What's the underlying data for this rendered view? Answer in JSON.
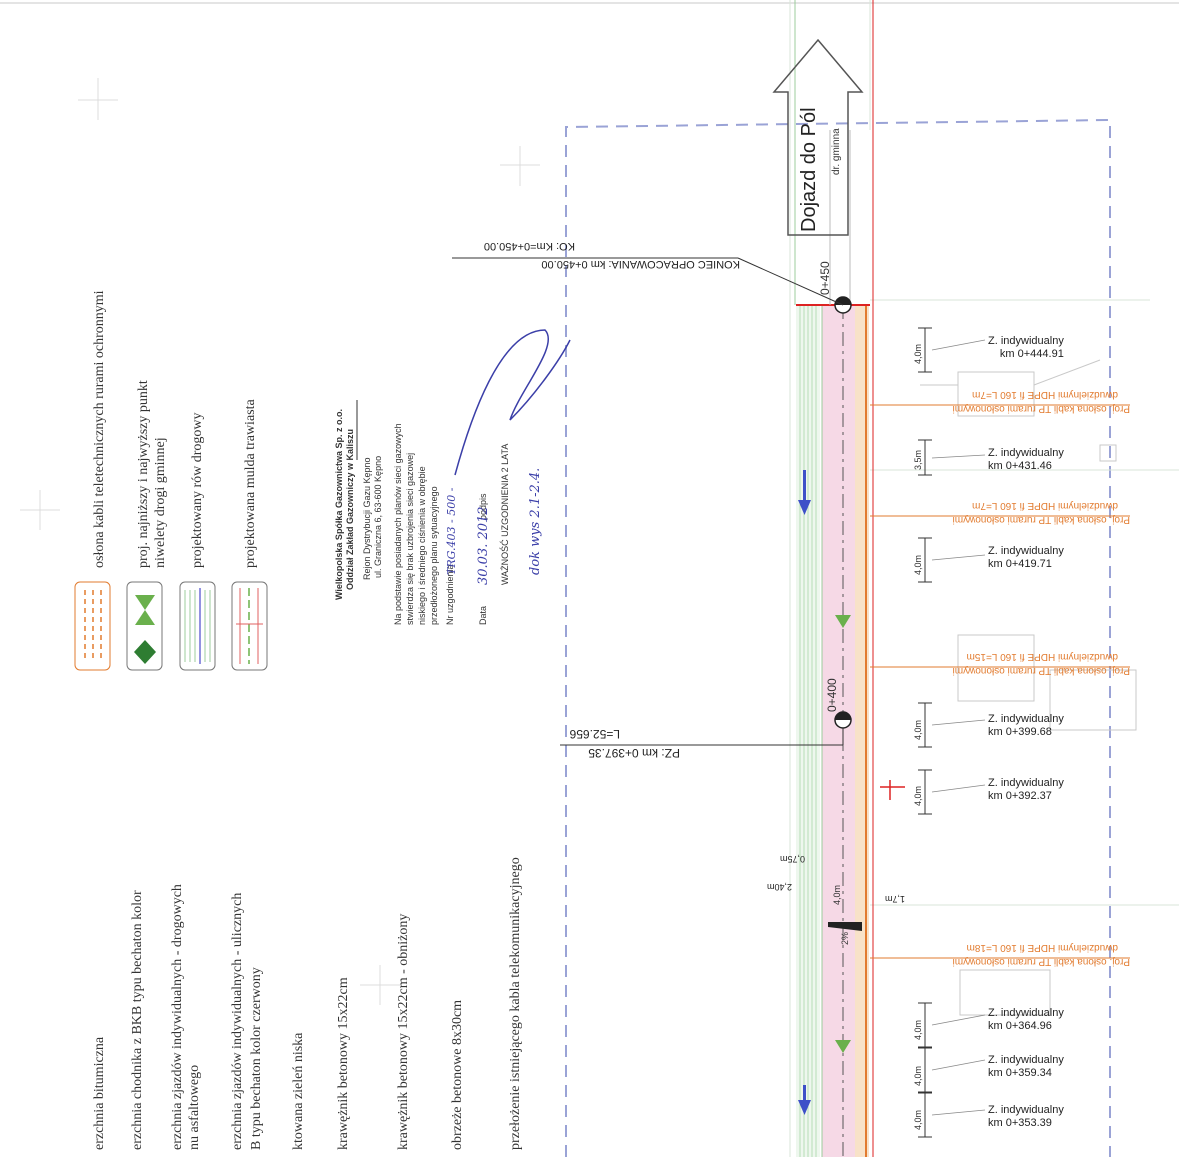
{
  "legend": {
    "items": [
      {
        "text": "osłona kabli teletechnicznych rurami ochronnymi",
        "icon": "orange-dashed-lines-icon"
      },
      {
        "text": "proj. najniższy i najwyższy punkt",
        "text2": "niwelety drogi gminnej",
        "icon": "green-triangles-diamond-icon"
      },
      {
        "text": "projektowany rów drogowy",
        "icon": "green-ditch-hatch-icon"
      },
      {
        "text": "projektowana mulda trawiasta",
        "icon": "red-green-mulda-icon"
      }
    ],
    "cut_items": [
      {
        "text": "erzchnia bitumiczna"
      },
      {
        "text": "erzchnia chodnika z BKB typu bechaton kolor"
      },
      {
        "text": "erzchnia zjazdów indywidualnych - drogowych",
        "text2": "nu asfaltowego"
      },
      {
        "text": "erzchnia zjazdów indywidualnych - ulicznych",
        "text2": "B typu bechaton kolor czerwony"
      },
      {
        "text": "ktowana zieleń niska"
      },
      {
        "text": "krawężnik betonowy 15x22cm"
      },
      {
        "text": "krawężnik betonowy 15x22cm - obniżony"
      },
      {
        "text": "obrzeże betonowe 8x30cm"
      },
      {
        "text": "przełożenie istniejącego kabla telekomunikacyjnego"
      }
    ]
  },
  "stamp": {
    "lines": [
      "Wielkopolska Spółka Gazownictwa Sp. z o.o.",
      "Oddział Zakład Gazowniczy w Kaliszu",
      "Rejon Dystrybucji Gazu Kępno",
      "ul. Graniczna 6, 63-600 Kępno",
      "Na podstawie posiadanych planów  sieci gazowych",
      "stwierdza się brak uzbrojenia sieci gazowej",
      "niskiego i średniego ciśnienia w obrębie",
      "przedłożonego planu sytuacyjnego",
      "Nr uzgodnienia",
      "Data",
      "podpis",
      "WAŻNOŚĆ UZGODNIENIA 2 LATA"
    ],
    "handwritten": [
      "TRG.403 - 500 -",
      "30.03. 2012",
      "dok wys 2.1-2.4."
    ]
  },
  "plan": {
    "direction_label": "Dojazd do Pól",
    "road_label": "dr. gminna",
    "end_label": "KONIEC OPRACOWANIA: km 0+450.00",
    "ko_label": "KO: Km=0+450.00",
    "start_label": "PZ: km 0+397.35",
    "length_label": "L=52.656",
    "stations": [
      "0+450",
      "0+400"
    ],
    "driveways": [
      {
        "label": "Z. indywidualny",
        "km": "km 0+444.91"
      },
      {
        "label": "Z. indywidualny",
        "km": "km 0+431.46"
      },
      {
        "label": "Z. indywidualny",
        "km": "km 0+419.71"
      },
      {
        "label": "Z. indywidualny",
        "km": "km 0+399.68"
      },
      {
        "label": "Z. indywidualny",
        "km": "km 0+392.37"
      },
      {
        "label": "Z. indywidualny",
        "km": "km 0+364.96"
      },
      {
        "label": "Z. indywidualny",
        "km": "km 0+359.34"
      },
      {
        "label": "Z. indywidualny",
        "km": "km 0+353.39"
      }
    ],
    "cable_notes": [
      {
        "line1": "Proj. osłona kabli TP rurami osłonowymi",
        "line2": "dwudzielnymi HDPE fi 160 L=7m"
      },
      {
        "line1": "Proj. osłona kabli TP rurami osłonowymi",
        "line2": "dwudzielnymi HDPE fi 160 L=7m"
      },
      {
        "line1": "Proj. osłona kabli TP rurami osłonowymi",
        "line2": "dwudzielnymi HDPE fi 160 L=15m"
      },
      {
        "line1": "Proj. osłona kabli TP rurami osłonowymi",
        "line2": "dwudzielnymi HDPE fi 160 L=18m"
      }
    ],
    "dims": [
      "4,0m",
      "3,5m",
      "4,0m",
      "4,0m",
      "4,0m",
      "4,0m",
      "4,0m",
      "4,0m"
    ],
    "side_dims": [
      "0,75m",
      "2,40m",
      "1,7m",
      "4,0m",
      "2%"
    ]
  },
  "colors": {
    "orange": "#e27b2f",
    "green": "#4caf50",
    "blue_arrow": "#3e50c8",
    "dashed_border": "#9aa3d6",
    "road_pink": "#f6d9e6",
    "red": "#d22"
  }
}
